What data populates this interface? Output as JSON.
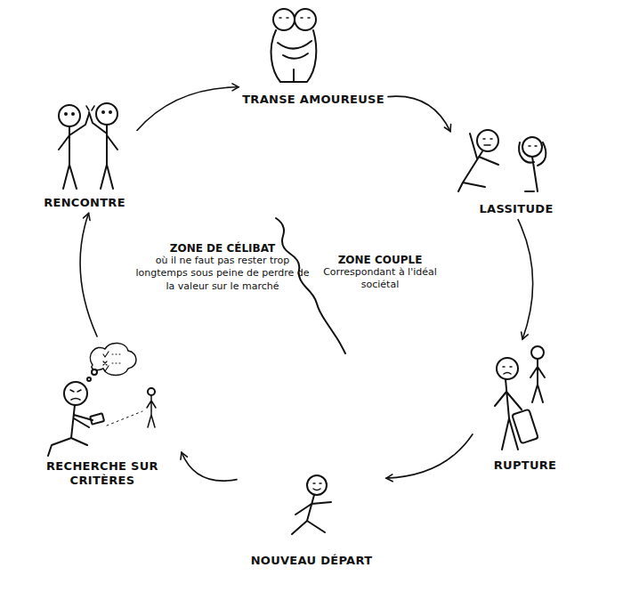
{
  "diagram": {
    "nodes": [
      {
        "text": [
          "RENCONTRE"
        ]
      },
      {
        "text": [
          "TRANSE AMOUREUSE"
        ]
      },
      {
        "text": [
          "LASSITUDE"
        ]
      },
      {
        "text": [
          "RUPTURE"
        ]
      },
      {
        "text": [
          "NOUVEAU DÉPART"
        ]
      },
      {
        "text": [
          "RECHERCHE SUR CRITÈRES"
        ]
      }
    ],
    "edges": [
      {
        "from": 0,
        "to": 1,
        "arrow": "to"
      },
      {
        "from": 1,
        "to": 2,
        "arrow": "to"
      },
      {
        "from": 2,
        "to": 3,
        "arrow": "to"
      },
      {
        "from": 3,
        "to": 4,
        "arrow": "to"
      },
      {
        "from": 4,
        "to": 5,
        "arrow": "to"
      },
      {
        "from": 5,
        "to": 0,
        "arrow": "to"
      }
    ],
    "labels": [
      "ZONE DE CÉLIBAT",
      "où il ne faut pas rester trop longtemps sous peine de perdre de la valeur sur le marché",
      "ZONE COUPLE",
      "Correspondant à l'idéal sociétal"
    ]
  }
}
